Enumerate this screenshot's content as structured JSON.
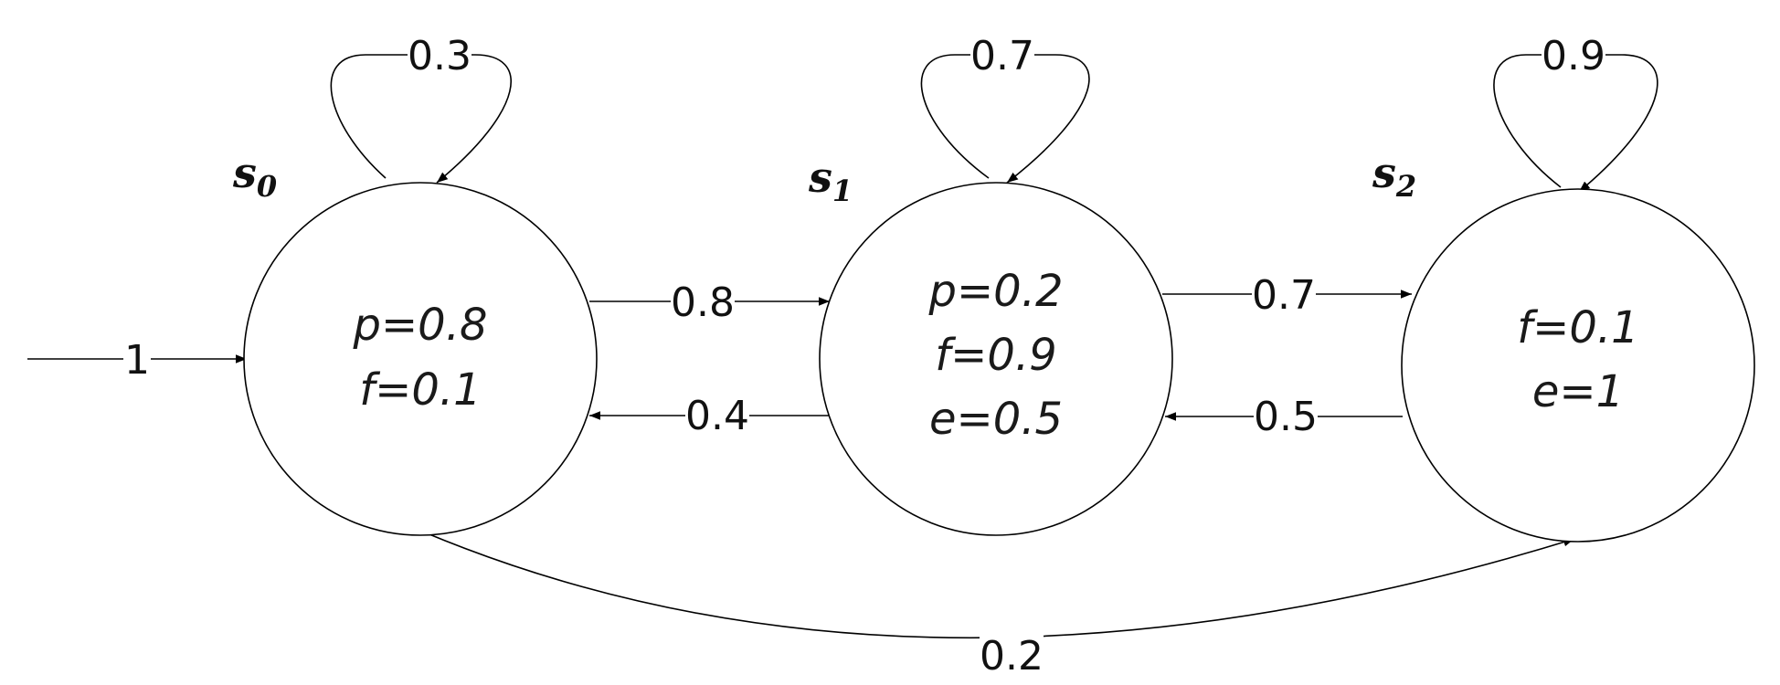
{
  "states": [
    {
      "id": "s0",
      "name": "s",
      "sub": "0",
      "props": [
        "p=0.8",
        "f=0.1"
      ]
    },
    {
      "id": "s1",
      "name": "s",
      "sub": "1",
      "props": [
        "p=0.2",
        "f=0.9",
        "e=0.5"
      ]
    },
    {
      "id": "s2",
      "name": "s",
      "sub": "2",
      "props": [
        "f=0.1",
        "e=1"
      ]
    }
  ],
  "initial": {
    "to": "s0",
    "label": "1"
  },
  "transitions": [
    {
      "from": "s0",
      "to": "s0",
      "label": "0.3"
    },
    {
      "from": "s1",
      "to": "s1",
      "label": "0.7"
    },
    {
      "from": "s2",
      "to": "s2",
      "label": "0.9"
    },
    {
      "from": "s0",
      "to": "s1",
      "label": "0.8"
    },
    {
      "from": "s1",
      "to": "s0",
      "label": "0.4"
    },
    {
      "from": "s1",
      "to": "s2",
      "label": "0.7"
    },
    {
      "from": "s2",
      "to": "s1",
      "label": "0.5"
    },
    {
      "from": "s0",
      "to": "s2",
      "label": "0.2"
    }
  ]
}
